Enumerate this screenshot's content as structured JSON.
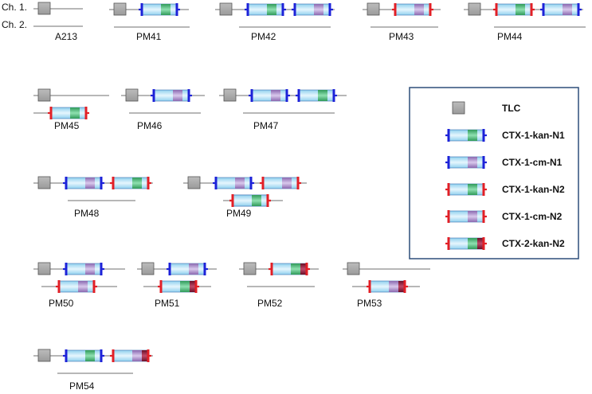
{
  "chromosome_labels": [
    "Ch. 1.",
    "Ch. 2."
  ],
  "colors": {
    "chromosome_line": "#8c8c8c",
    "tlc_fill": "#a9a9a9",
    "tlc_stroke": "#555555",
    "body_light": "#dff2fb",
    "body_mid": "#8fd0ee",
    "kan": "#3db56e",
    "cm": "#a588c8",
    "kan_cap_dark": "#7a1530",
    "n1_end": "#1d22d8",
    "n2_end": "#e21f26",
    "legend_border": "#2d4e7a"
  },
  "legend": {
    "items": [
      {
        "label": "TLC",
        "kind": "tlc"
      },
      {
        "label": "CTX-1-kan-N1",
        "kind": "ctx",
        "color": "kan",
        "ends": "N1"
      },
      {
        "label": "CTX-1-cm-N1",
        "kind": "ctx",
        "color": "cm",
        "ends": "N1"
      },
      {
        "label": "CTX-1-kan-N2",
        "kind": "ctx",
        "color": "kan",
        "ends": "N2"
      },
      {
        "label": "CTX-1-cm-N2",
        "kind": "ctx",
        "color": "cm",
        "ends": "N2"
      },
      {
        "label": "CTX-2-kan-N2",
        "kind": "ctx2",
        "color": "kan",
        "ends": "N2"
      }
    ]
  },
  "strains": [
    {
      "name": "A213",
      "ch1": [
        {
          "t": "tlc"
        }
      ],
      "ch2": []
    },
    {
      "name": "PM41",
      "ch1": [
        {
          "t": "tlc"
        },
        {
          "t": "ctx",
          "m": "kan",
          "n": "N1"
        }
      ],
      "ch2": []
    },
    {
      "name": "PM42",
      "ch1": [
        {
          "t": "tlc"
        },
        {
          "t": "ctx",
          "m": "kan",
          "n": "N1"
        },
        {
          "t": "ctx",
          "m": "cm",
          "n": "N1"
        }
      ],
      "ch2": []
    },
    {
      "name": "PM43",
      "ch1": [
        {
          "t": "tlc"
        },
        {
          "t": "ctx",
          "m": "cm",
          "n": "N2"
        }
      ],
      "ch2": []
    },
    {
      "name": "PM44",
      "ch1": [
        {
          "t": "tlc"
        },
        {
          "t": "ctx",
          "m": "kan",
          "n": "N2"
        },
        {
          "t": "ctx",
          "m": "cm",
          "n": "N1"
        }
      ],
      "ch2": []
    },
    {
      "name": "PM45",
      "ch1": [
        {
          "t": "tlc"
        }
      ],
      "ch2": [
        {
          "t": "ctx",
          "m": "kan",
          "n": "N2"
        }
      ]
    },
    {
      "name": "PM46",
      "ch1": [
        {
          "t": "tlc"
        },
        {
          "t": "ctx",
          "m": "cm",
          "n": "N1"
        }
      ],
      "ch2": []
    },
    {
      "name": "PM47",
      "ch1": [
        {
          "t": "tlc"
        },
        {
          "t": "ctx",
          "m": "cm",
          "n": "N1"
        },
        {
          "t": "ctx",
          "m": "kan",
          "n": "N1"
        }
      ],
      "ch2": []
    },
    {
      "name": "PM48",
      "ch1": [
        {
          "t": "tlc"
        },
        {
          "t": "ctx",
          "m": "cm",
          "n": "N1"
        },
        {
          "t": "ctx",
          "m": "kan",
          "n": "N2"
        }
      ],
      "ch2": []
    },
    {
      "name": "PM49",
      "ch1": [
        {
          "t": "tlc"
        },
        {
          "t": "ctx",
          "m": "cm",
          "n": "N1"
        },
        {
          "t": "ctx",
          "m": "cm",
          "n": "N2"
        }
      ],
      "ch2": [
        {
          "t": "ctx",
          "m": "kan",
          "n": "N2"
        }
      ]
    },
    {
      "name": "PM50",
      "ch1": [
        {
          "t": "tlc"
        },
        {
          "t": "ctx",
          "m": "cm",
          "n": "N1"
        }
      ],
      "ch2": [
        {
          "t": "ctx",
          "m": "cm",
          "n": "N2"
        }
      ]
    },
    {
      "name": "PM51",
      "ch1": [
        {
          "t": "tlc"
        },
        {
          "t": "ctx",
          "m": "cm",
          "n": "N1"
        }
      ],
      "ch2": [
        {
          "t": "ctx2",
          "m": "kan",
          "n": "N2"
        }
      ]
    },
    {
      "name": "PM52",
      "ch1": [
        {
          "t": "tlc"
        },
        {
          "t": "ctx2",
          "m": "kan",
          "n": "N2"
        }
      ],
      "ch2": []
    },
    {
      "name": "PM53",
      "ch1": [
        {
          "t": "tlc"
        }
      ],
      "ch2": [
        {
          "t": "ctx2",
          "m": "cm",
          "n": "N2"
        }
      ]
    },
    {
      "name": "PM54",
      "ch1": [
        {
          "t": "tlc"
        },
        {
          "t": "ctx",
          "m": "kan",
          "n": "N1"
        },
        {
          "t": "ctx2",
          "m": "cm",
          "n": "N2"
        }
      ],
      "ch2": []
    }
  ]
}
